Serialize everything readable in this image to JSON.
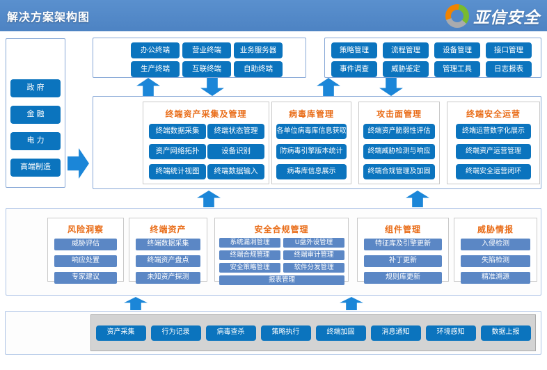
{
  "header": {
    "title": "解决方案架构图",
    "brand": "亚信安全"
  },
  "industries": [
    "政 府",
    "金 融",
    "电 力",
    "高端制造"
  ],
  "terminals": {
    "items": [
      "办公终端",
      "营业终端",
      "业务服务器",
      "生产终端",
      "互联终端",
      "自助终端"
    ]
  },
  "management": {
    "items": [
      "策略管理",
      "流程管理",
      "设备管理",
      "接口管理",
      "事件调查",
      "威胁鉴定",
      "管理工具",
      "日志报表"
    ]
  },
  "middle_band": {
    "columns": [
      {
        "title": "终端资产采集及管理",
        "items": [
          "终端数据采集",
          "终端状态管理",
          "资产网络拓扑",
          "设备识别",
          "终端统计视图",
          "终端数据输入"
        ]
      },
      {
        "title": "病毒库管理",
        "items": [
          "各单位病毒库信息获取",
          "防病毒引擎版本统计",
          "病毒库信息展示"
        ]
      },
      {
        "title": "攻击面管理",
        "items": [
          "终端资产脆弱性评估",
          "终端威胁检测与响应",
          "终端合规管理及加固"
        ]
      },
      {
        "title": "终端安全运营",
        "items": [
          "终端运营数字化展示",
          "终端资产运营管理",
          "终端安全运营闭环"
        ]
      }
    ]
  },
  "lower_band": {
    "columns": [
      {
        "title": "风险洞察",
        "items": [
          "威胁评估",
          "响应处置",
          "专家建议"
        ]
      },
      {
        "title": "终端资产",
        "items": [
          "终端数据采集",
          "终端资产盘点",
          "未知资产探测"
        ]
      },
      {
        "title": "安全合规管理",
        "items": [
          "系统漏洞管理",
          "U盘外设管理",
          "终端合规管理",
          "终端审计管理",
          "安全策略管理",
          "软件分发管理",
          "报表管理"
        ]
      },
      {
        "title": "组件管理",
        "items": [
          "特征库及引擎更新",
          "补丁更新",
          "规则库更新"
        ]
      },
      {
        "title": "威胁情报",
        "items": [
          "入侵检测",
          "失陷检测",
          "精准溯源"
        ]
      }
    ]
  },
  "bottom_band": {
    "items": [
      "资产采集",
      "行为记录",
      "病毒查杀",
      "策略执行",
      "终端加固",
      "消息通知",
      "环境感知",
      "数据上报"
    ]
  },
  "colors": {
    "header_blue": "#5188c7",
    "accent_blue": "#0b74be",
    "muted_blue": "#5b87c5",
    "arrow_blue": "#1b86d8",
    "title_orange": "#e96c17",
    "logo_orange": "#f08300",
    "logo_green": "#79ba2e",
    "logo_gray": "#a9abae"
  }
}
